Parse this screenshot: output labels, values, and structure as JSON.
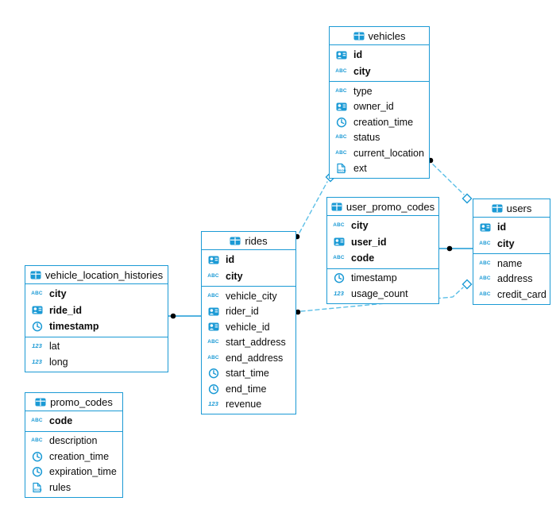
{
  "diagram": {
    "icon_labels": {
      "text": "ABC",
      "number": "123",
      "json": "JSON"
    },
    "colors": {
      "accent": "#1b9ad5",
      "dash": "#5cbfe7",
      "dot": "#000000"
    },
    "tables": [
      {
        "name": "vehicles",
        "primary_fields": [
          {
            "label": "id",
            "type": "id"
          },
          {
            "label": "city",
            "type": "text"
          }
        ],
        "fields": [
          {
            "label": "type",
            "type": "text"
          },
          {
            "label": "owner_id",
            "type": "id"
          },
          {
            "label": "creation_time",
            "type": "time"
          },
          {
            "label": "status",
            "type": "text"
          },
          {
            "label": "current_location",
            "type": "text"
          },
          {
            "label": "ext",
            "type": "json"
          }
        ]
      },
      {
        "name": "user_promo_codes",
        "primary_fields": [
          {
            "label": "city",
            "type": "text"
          },
          {
            "label": "user_id",
            "type": "id"
          },
          {
            "label": "code",
            "type": "text"
          }
        ],
        "fields": [
          {
            "label": "timestamp",
            "type": "time"
          },
          {
            "label": "usage_count",
            "type": "number"
          }
        ]
      },
      {
        "name": "users",
        "primary_fields": [
          {
            "label": "id",
            "type": "id"
          },
          {
            "label": "city",
            "type": "text"
          }
        ],
        "fields": [
          {
            "label": "name",
            "type": "text"
          },
          {
            "label": "address",
            "type": "text"
          },
          {
            "label": "credit_card",
            "type": "text"
          }
        ]
      },
      {
        "name": "rides",
        "primary_fields": [
          {
            "label": "id",
            "type": "id"
          },
          {
            "label": "city",
            "type": "text"
          }
        ],
        "fields": [
          {
            "label": "vehicle_city",
            "type": "text"
          },
          {
            "label": "rider_id",
            "type": "id"
          },
          {
            "label": "vehicle_id",
            "type": "id"
          },
          {
            "label": "start_address",
            "type": "text"
          },
          {
            "label": "end_address",
            "type": "text"
          },
          {
            "label": "start_time",
            "type": "time"
          },
          {
            "label": "end_time",
            "type": "time"
          },
          {
            "label": "revenue",
            "type": "number"
          }
        ]
      },
      {
        "name": "vehicle_location_histories",
        "primary_fields": [
          {
            "label": "city",
            "type": "text"
          },
          {
            "label": "ride_id",
            "type": "id"
          },
          {
            "label": "timestamp",
            "type": "time"
          }
        ],
        "fields": [
          {
            "label": "lat",
            "type": "number"
          },
          {
            "label": "long",
            "type": "number"
          }
        ]
      },
      {
        "name": "promo_codes",
        "primary_fields": [
          {
            "label": "code",
            "type": "text"
          }
        ],
        "fields": [
          {
            "label": "description",
            "type": "text"
          },
          {
            "label": "creation_time",
            "type": "time"
          },
          {
            "label": "expiration_time",
            "type": "time"
          },
          {
            "label": "rules",
            "type": "json"
          }
        ]
      }
    ],
    "relationships": [
      {
        "from": "rides",
        "to": "vehicles"
      },
      {
        "from": "vehicles",
        "to": "users"
      },
      {
        "from": "user_promo_codes",
        "to": "users"
      },
      {
        "from": "rides",
        "to": "users"
      },
      {
        "from": "vehicle_location_histories",
        "to": "rides"
      }
    ]
  }
}
